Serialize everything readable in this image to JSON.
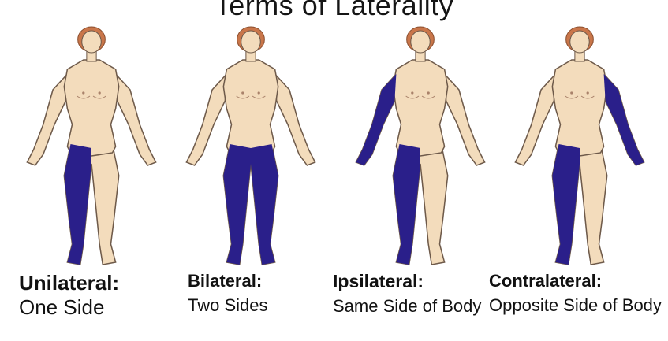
{
  "title": "Terms of Laterality",
  "colors": {
    "skin": "#f3dcbc",
    "outline": "#6e5a4a",
    "hair": "#c9764a",
    "highlight": "#2a1f8a"
  },
  "figures": [
    {
      "term": "Unilateral:",
      "description": "One Side",
      "shaded": "right leg"
    },
    {
      "term": "Bilateral:",
      "description": "Two Sides",
      "shaded": "both legs"
    },
    {
      "term": "Ipsilateral:",
      "description": "Same Side of Body",
      "shaded": "right arm and right leg"
    },
    {
      "term": "Contralateral:",
      "description": "Opposite Side of Body",
      "shaded": "left arm and right leg"
    }
  ]
}
